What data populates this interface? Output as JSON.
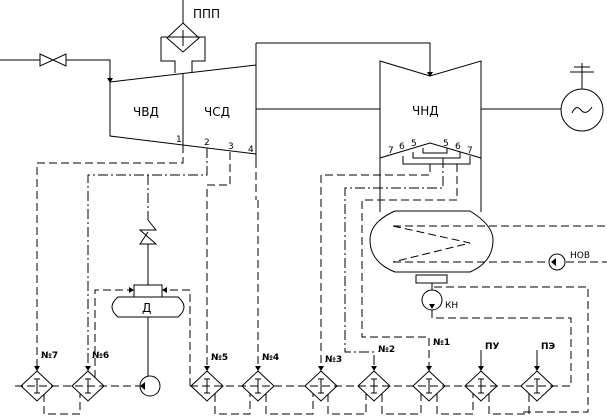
{
  "labels": {
    "reheater": "ППП",
    "hp_turbine": "ЧВД",
    "ip_turbine": "ЧСД",
    "lp_turbine": "ЧНД",
    "deaerator": "Д",
    "condensate_pump": "КН",
    "cooling_water_pump": "НОВ"
  },
  "extractions_hp_ip": [
    "1",
    "2",
    "3",
    "4"
  ],
  "extractions_lp_left": [
    "7",
    "6",
    "5"
  ],
  "extractions_lp_right": [
    "5",
    "6",
    "7"
  ],
  "heaters": [
    "№7",
    "№6",
    "№5",
    "№4",
    "№3",
    "№2",
    "№1",
    "ПУ",
    "ПЭ"
  ],
  "colors": {
    "line": "#000000",
    "background": "#ffffff"
  }
}
